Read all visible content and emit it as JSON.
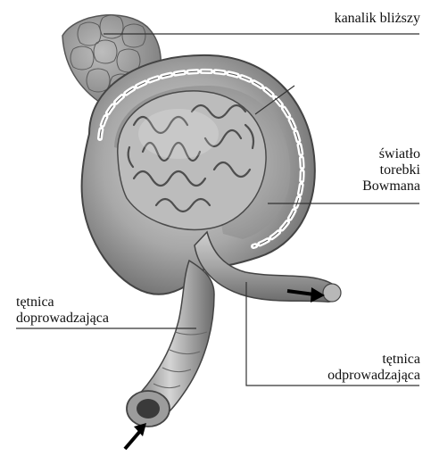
{
  "labels": {
    "proximal_tubule": "kanalik bliższy",
    "bowman_lumen": [
      "światło",
      "torebki",
      "Bowmana"
    ],
    "afferent": [
      "tętnica",
      "doprowadzająca"
    ],
    "efferent": [
      "tętnica",
      "odprowadzająca"
    ]
  },
  "colors": {
    "tissue_dark": "#6f6f6f",
    "tissue_mid": "#9a9a9a",
    "tissue_light": "#c9c9c9",
    "leader_line": "#333333",
    "arrow": "#000000"
  }
}
